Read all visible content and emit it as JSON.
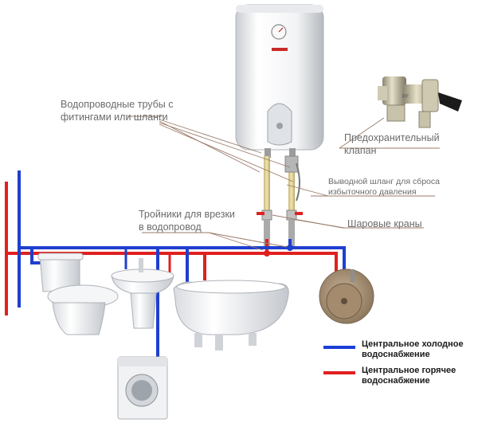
{
  "labels": {
    "pipes": "Водопроводные трубы с фитингами или шланги",
    "pipes_line1": "Водопроводные трубы с",
    "pipes_line2": "фитингами или шланги",
    "safety_valve_line1": "Предохранительный",
    "safety_valve_line2": "клапан",
    "outlet_hose_line1": "Выводной шланг для сброса",
    "outlet_hose_line2": "избыточного давления",
    "tees_line1": "Тройники для врезки",
    "tees_line2": "в водопровод",
    "ball_valves": "Шаровые краны"
  },
  "legend": {
    "cold": {
      "line1": "Центральное холодное",
      "line2": "водоснабжение",
      "color": "#1a3fd6"
    },
    "hot": {
      "line1": "Центральное горячее",
      "line2": "водоснабжение",
      "color": "#e0201f"
    }
  },
  "colors": {
    "cold_pipe": "#1f3fcf",
    "hot_pipe": "#e0201f",
    "label_text": "#6b6b6b",
    "leader_line": "#9a7b6a"
  },
  "icons": {
    "water_heater": "water-heater-icon",
    "safety_valve": "safety-valve-icon",
    "toilet": "toilet-icon",
    "sink": "washbasin-icon",
    "bathtub": "bathtub-icon",
    "kitchen_sink": "kitchen-sink-icon",
    "washing_machine": "washing-machine-icon"
  }
}
